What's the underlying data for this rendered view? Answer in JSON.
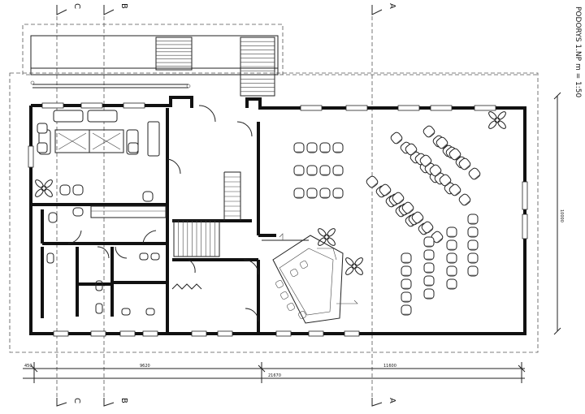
{
  "sheet": {
    "title": "PODORYS 1.NP",
    "scale": "m = 1:50"
  },
  "sections": {
    "a_top": "A",
    "b_top": "B",
    "c_top": "C",
    "a_bottom": "A",
    "b_bottom": "B",
    "c_bottom": "C"
  },
  "dimensions": {
    "left_offset": "450",
    "segment_left": "9620",
    "segment_right": "11600",
    "total": "21670",
    "height": "10000"
  }
}
